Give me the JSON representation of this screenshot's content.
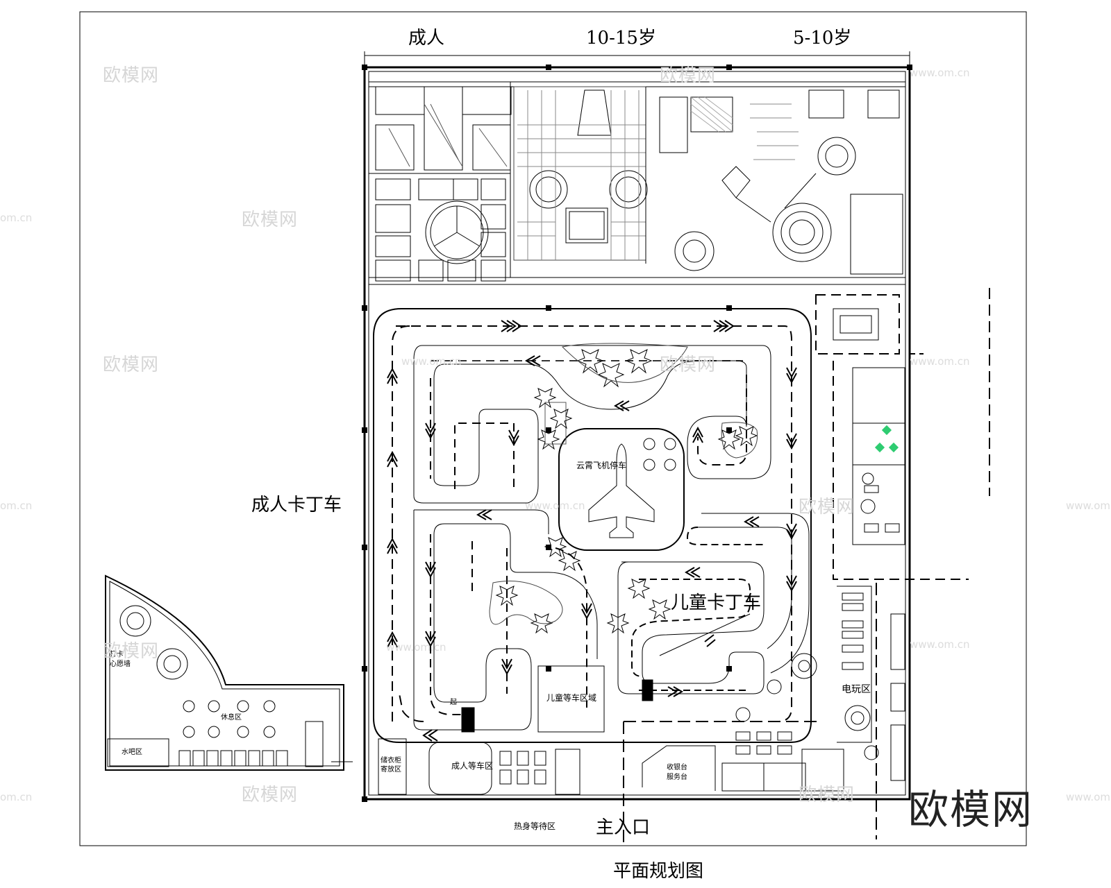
{
  "zones_top": {
    "adult": "成人",
    "teen": "10-15岁",
    "kids": "5-10岁"
  },
  "labels": {
    "adult_kart": "成人卡丁车",
    "kids_kart": "儿童卡丁车",
    "main_entrance": "主入口",
    "plan_title": "平面规划图",
    "arcade": "电玩区",
    "adult_waiting": "成人等车区",
    "kids_waiting": "儿童等车区域",
    "warmup": "热身等待区",
    "cashier": "收银台\n服务台",
    "bar": "水吧区",
    "rest": "休息区",
    "locker": "储衣柜\n寄放区",
    "start": "起",
    "plane": "云霄飞机停车",
    "snack": "打卡\n心愿墙"
  },
  "watermark": {
    "text": "欧模网",
    "url": "www.om.cn",
    "short_url": "om.cn"
  },
  "brand": {
    "text": "欧模网"
  }
}
